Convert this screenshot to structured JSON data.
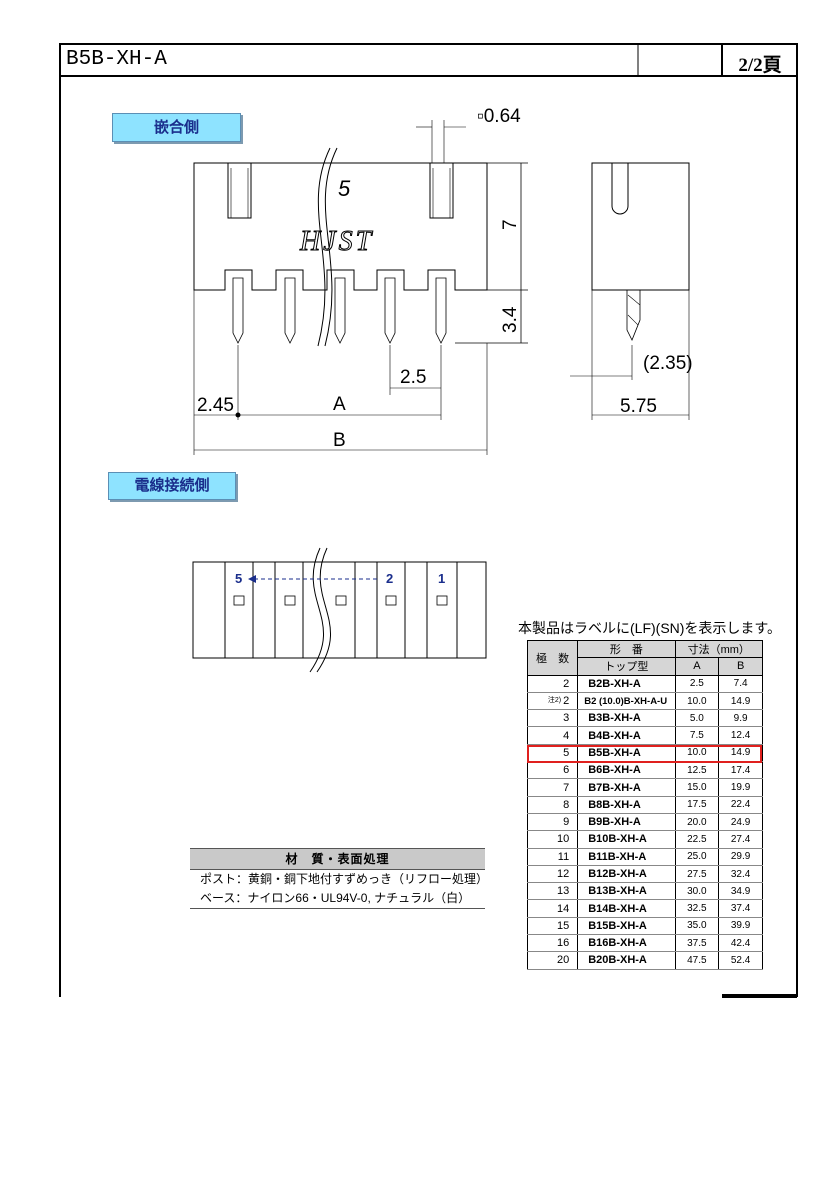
{
  "header": {
    "title": "B5B-XH-A",
    "page": "2/2頁"
  },
  "sections": {
    "mating_side": "嵌合側",
    "wire_side": "電線接続側"
  },
  "drawing": {
    "post_size": "▫0.64",
    "pin_number_top": "5",
    "logo": "JST",
    "dim_height": "7",
    "dim_pin": "3.4",
    "dim_pitch": "2.5",
    "dim_offset": "2.45",
    "dim_A": "A",
    "dim_B": "B",
    "dim_side_ref": "(2.35)",
    "dim_side_width": "5.75",
    "pin_labels": {
      "left": "5",
      "mid": "2",
      "right": "1"
    }
  },
  "note": "本製品はラベルに(LF)(SN)を表示します。",
  "spec_table": {
    "h_poles": "極　数",
    "h_model": "形　番",
    "h_model_sub": "トップ型",
    "h_dims": "寸法（mm）",
    "h_a": "A",
    "h_b": "B",
    "rows": [
      {
        "poles": "2",
        "model": "B2B-XH-A",
        "a": "2.5",
        "b": "7.4"
      },
      {
        "note": "注2)",
        "poles": "2",
        "model": "B2 (10.0)B-XH-A-U",
        "a": "10.0",
        "b": "14.9"
      },
      {
        "poles": "3",
        "model": "B3B-XH-A",
        "a": "5.0",
        "b": "9.9"
      },
      {
        "poles": "4",
        "model": "B4B-XH-A",
        "a": "7.5",
        "b": "12.4"
      },
      {
        "poles": "5",
        "model": "B5B-XH-A",
        "a": "10.0",
        "b": "14.9"
      },
      {
        "poles": "6",
        "model": "B6B-XH-A",
        "a": "12.5",
        "b": "17.4"
      },
      {
        "poles": "7",
        "model": "B7B-XH-A",
        "a": "15.0",
        "b": "19.9"
      },
      {
        "poles": "8",
        "model": "B8B-XH-A",
        "a": "17.5",
        "b": "22.4"
      },
      {
        "poles": "9",
        "model": "B9B-XH-A",
        "a": "20.0",
        "b": "24.9"
      },
      {
        "poles": "10",
        "model": "B10B-XH-A",
        "a": "22.5",
        "b": "27.4"
      },
      {
        "poles": "11",
        "model": "B11B-XH-A",
        "a": "25.0",
        "b": "29.9"
      },
      {
        "poles": "12",
        "model": "B12B-XH-A",
        "a": "27.5",
        "b": "32.4"
      },
      {
        "poles": "13",
        "model": "B13B-XH-A",
        "a": "30.0",
        "b": "34.9"
      },
      {
        "poles": "14",
        "model": "B14B-XH-A",
        "a": "32.5",
        "b": "37.4"
      },
      {
        "poles": "15",
        "model": "B15B-XH-A",
        "a": "35.0",
        "b": "39.9"
      },
      {
        "poles": "16",
        "model": "B16B-XH-A",
        "a": "37.5",
        "b": "42.4"
      },
      {
        "poles": "20",
        "model": "B20B-XH-A",
        "a": "47.5",
        "b": "52.4"
      }
    ]
  },
  "materials": {
    "title": "材　質・表面処理",
    "post": "ポスト：黄銅・銅下地付すずめっき（リフロー処理）",
    "base": "ベース：ナイロン66・UL94V-0, ナチュラル（白）"
  },
  "colors": {
    "badge_bg": "#8ee3ff",
    "badge_text": "#1a2e8c",
    "highlight": "#e0201e",
    "pin_label": "#1a2e8c"
  }
}
